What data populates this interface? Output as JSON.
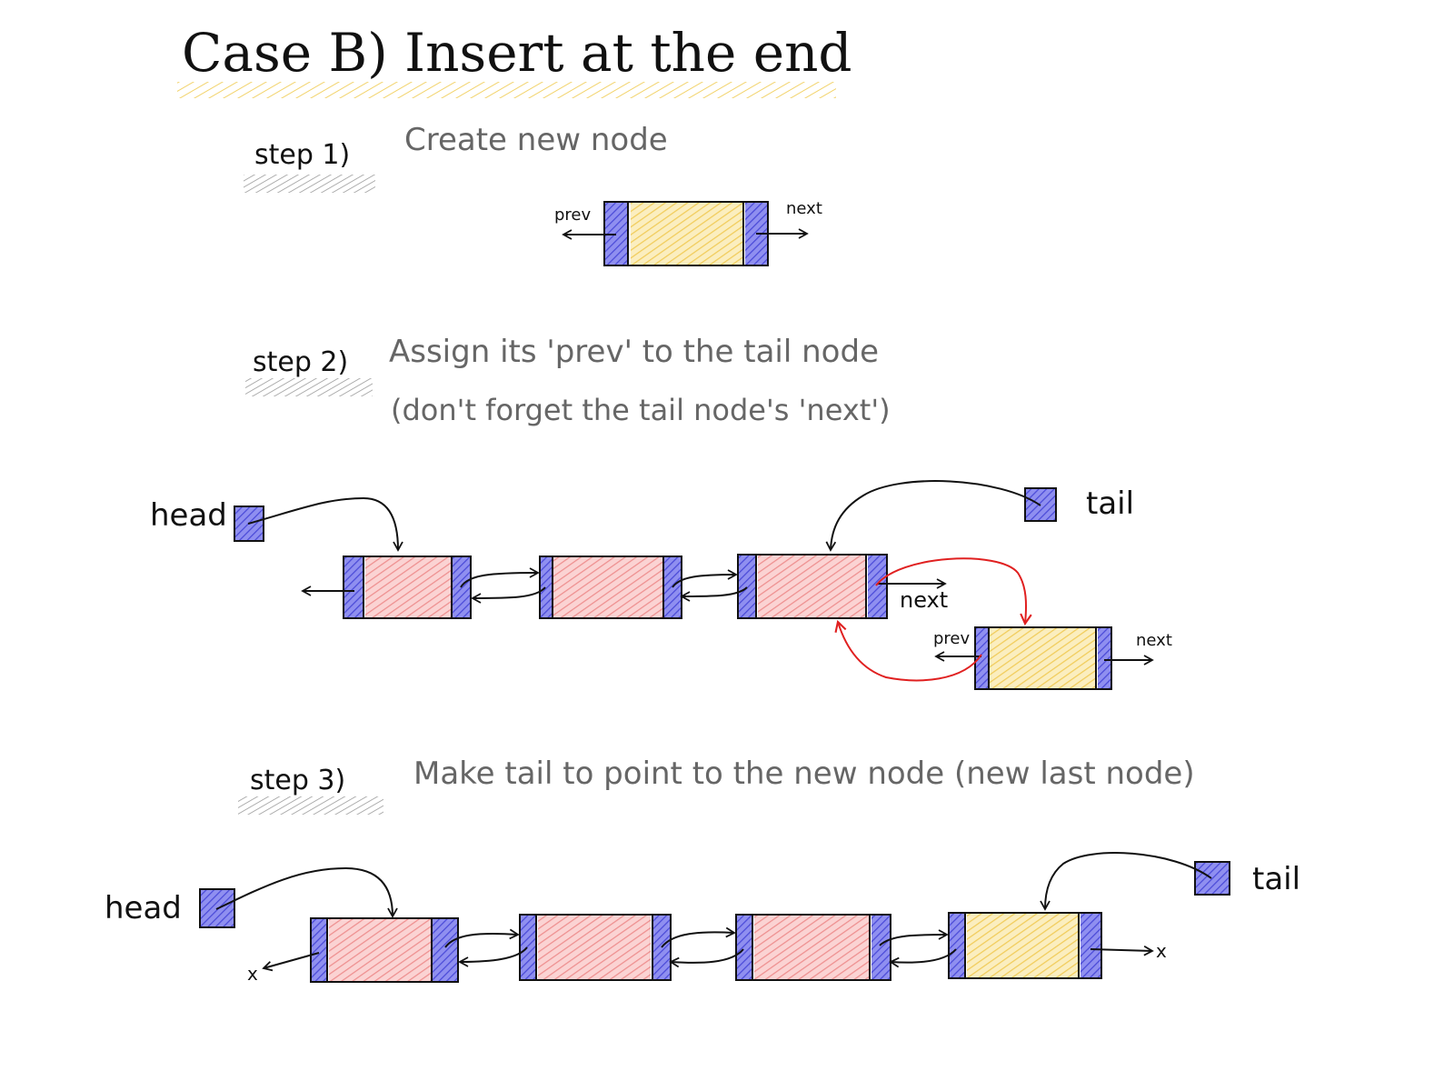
{
  "title": "Case B) Insert at the end",
  "colors": {
    "pointer": "#6a6ae8",
    "data_existing": "#f4a7a7",
    "data_new": "#f5d77c",
    "underline_title": "#f2d36b",
    "underline_step": "#9a9a9a",
    "highlight_arrow": "#e02020",
    "ink": "#111111",
    "gray_text": "#666666"
  },
  "step1": {
    "label": "step 1)",
    "description": "Create new node",
    "prev_label": "prev",
    "next_label": "next"
  },
  "step2": {
    "label": "step 2)",
    "description_line1": "Assign its 'prev' to the tail node",
    "description_line2": "(don't forget the tail node's 'next')",
    "head_label": "head",
    "tail_label": "tail",
    "next_label_tail": "next",
    "prev_label_new": "prev",
    "next_label_new": "next"
  },
  "step3": {
    "label": "step 3)",
    "description": "Make tail to point to the new node (new last node)",
    "head_label": "head",
    "tail_label": "tail",
    "null_left": "x",
    "null_right": "x"
  }
}
